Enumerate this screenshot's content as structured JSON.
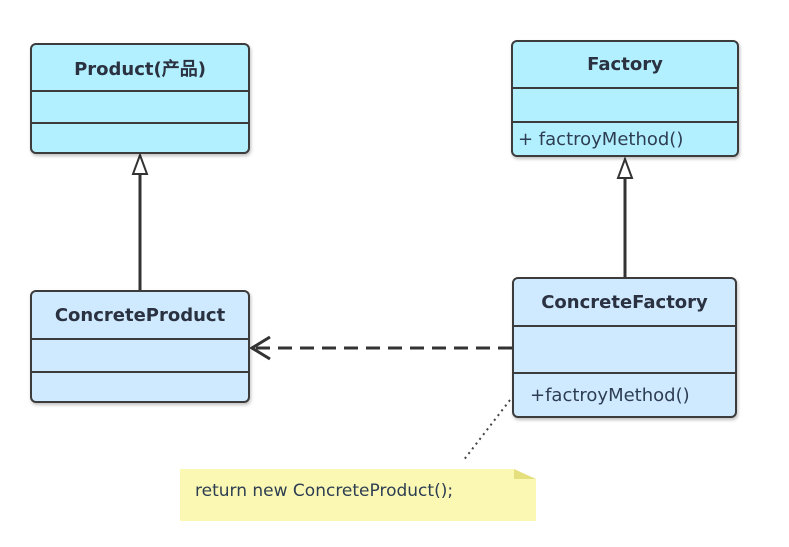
{
  "diagram": {
    "classes": [
      {
        "id": "product",
        "name": "Product(产品)",
        "attributes": "",
        "operations": ""
      },
      {
        "id": "factory",
        "name": "Factory",
        "attributes": "",
        "operations": "+ factroyMethod()"
      },
      {
        "id": "concrete_product",
        "name": "ConcreteProduct",
        "attributes": "",
        "operations": ""
      },
      {
        "id": "concrete_factory",
        "name": "ConcreteFactory",
        "attributes": "",
        "operations": "+factroyMethod()"
      }
    ],
    "relations": [
      {
        "type": "generalization",
        "from": "concrete_product",
        "to": "product"
      },
      {
        "type": "generalization",
        "from": "concrete_factory",
        "to": "factory"
      },
      {
        "type": "dependency",
        "from": "concrete_factory",
        "to": "concrete_product"
      },
      {
        "type": "note-link",
        "from": "note",
        "to": "concrete_factory"
      }
    ],
    "note": {
      "text": "return new ConcreteProduct();"
    },
    "colors": {
      "class_fill_abstract": "#b3f0ff",
      "class_fill_concrete": "#cfe9ff",
      "border": "#3c3c3c",
      "note_fill": "#fbf8b4"
    }
  }
}
